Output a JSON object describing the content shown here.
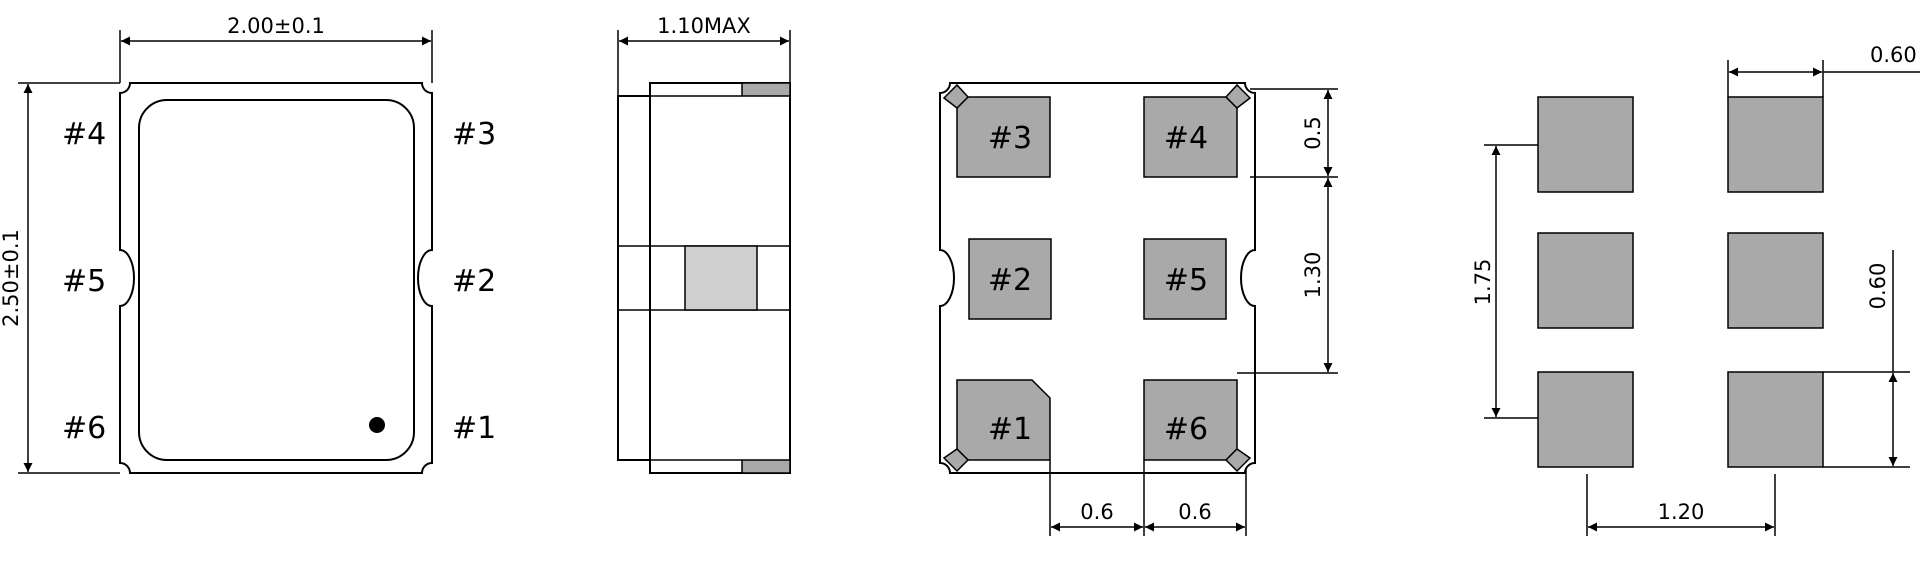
{
  "top_view": {
    "width_dim": "2.00±0.1",
    "height_dim": "2.50±0.1",
    "pins_left": [
      "#4",
      "#5",
      "#6"
    ],
    "pins_right": [
      "#3",
      "#2",
      "#1"
    ]
  },
  "side_view": {
    "height_dim": "1.10MAX"
  },
  "bottom_view": {
    "pads": [
      "#3",
      "#4",
      "#2",
      "#5",
      "#1",
      "#6"
    ],
    "dim_pad_height": "0.5",
    "dim_pitch_vertical": "1.30",
    "dim_left_spacing": "0.6",
    "dim_right_spacing": "0.6"
  },
  "land_pattern": {
    "dim_pad_width": "0.60",
    "dim_span_vertical": "1.75",
    "dim_pad_height": "0.60",
    "dim_horizontal_spacing": "1.20"
  },
  "colors": {
    "pad_fill": "#a9a9a9",
    "pad_light_fill": "#cfcfcf",
    "line": "#000000"
  }
}
